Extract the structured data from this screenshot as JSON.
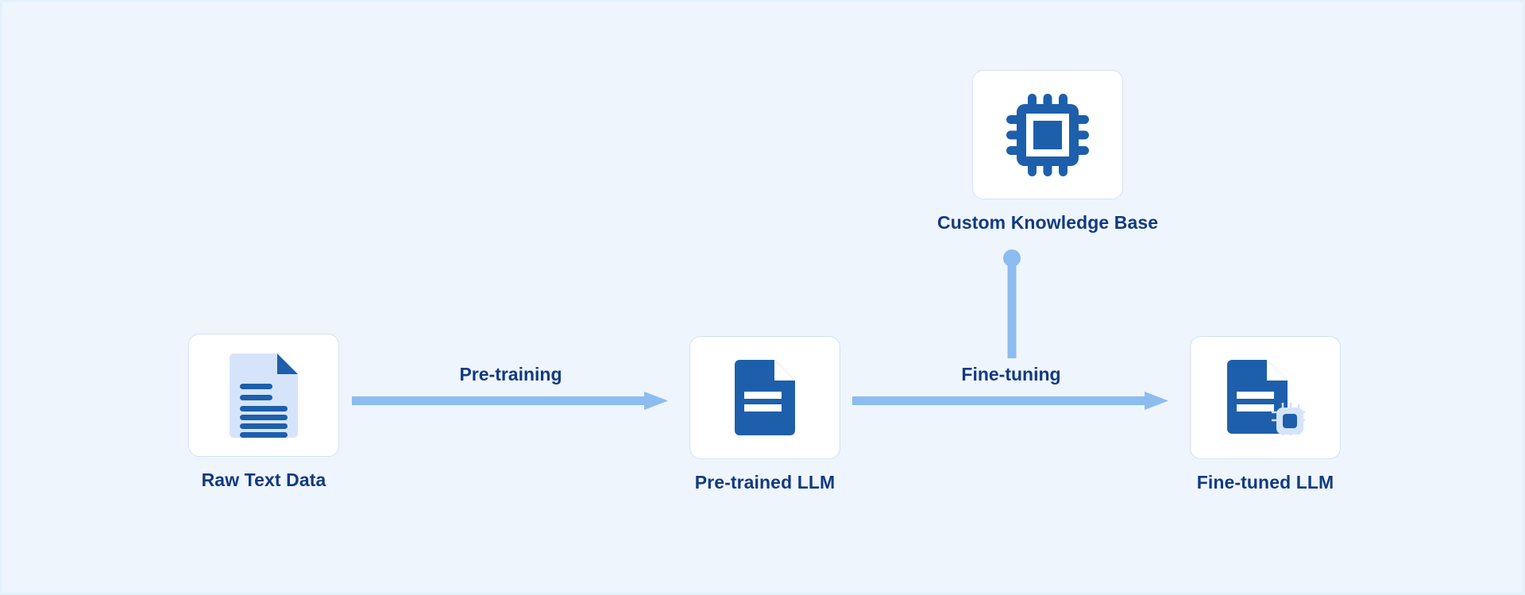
{
  "canvas": {
    "background": "#eff5fd",
    "outer_background": "#e4f1fb"
  },
  "theme": {
    "primary_blue": "#1d5fab",
    "light_blue": "#8cbcf0",
    "pale_blue": "#d6e4fb",
    "label_navy": "#123a80",
    "card_background": "#ffffff",
    "card_border": "#cfe3fa"
  },
  "diagram": {
    "type": "flow",
    "title": "",
    "nodes": [
      {
        "id": "raw-text-data",
        "label": "Raw Text Data",
        "icon": "document-lines-icon",
        "icon_style": "pale-document-with-dark-lines"
      },
      {
        "id": "pre-trained-llm",
        "label": "Pre-trained LLM",
        "icon": "document-icon",
        "icon_style": "solid-blue-document-with-white-lines"
      },
      {
        "id": "fine-tuned-llm",
        "label": "Fine-tuned LLM",
        "icon": "document-chip-icon",
        "icon_style": "solid-blue-document-with-chip-badge"
      },
      {
        "id": "custom-knowledge-base",
        "label": "Custom Knowledge Base",
        "icon": "cpu-chip-icon",
        "icon_style": "solid-blue-cpu"
      }
    ],
    "edges": [
      {
        "id": "pre-training",
        "label": "Pre-training",
        "from": "raw-text-data",
        "to": "pre-trained-llm",
        "direction": "horizontal-right",
        "arrowhead": true
      },
      {
        "id": "fine-tuning",
        "label": "Fine-tuning",
        "from": "pre-trained-llm",
        "to": "fine-tuned-llm",
        "direction": "horizontal-right",
        "arrowhead": true
      },
      {
        "id": "knowledge-feed",
        "label": "",
        "from": "custom-knowledge-base",
        "to": "fine-tuning",
        "direction": "vertical-down",
        "arrowhead": false,
        "endpoint_dot": true
      }
    ]
  }
}
